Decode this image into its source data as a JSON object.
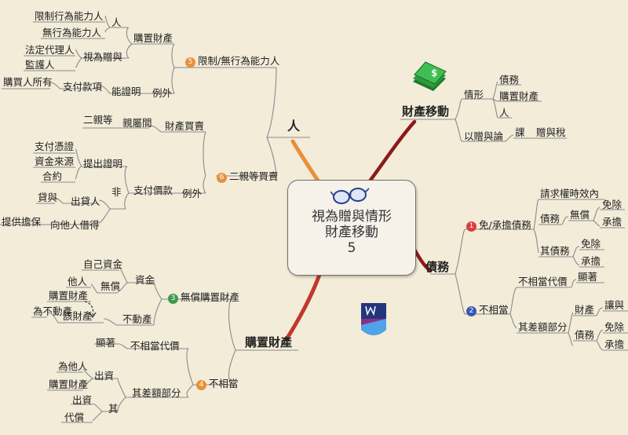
{
  "central": {
    "line1": "視為贈與情形",
    "line2": "財產移動",
    "line3": "5"
  },
  "top_right": {
    "label": "財產移動",
    "qingxing": "情形",
    "debt": "債務",
    "prop": "購置財產",
    "person": "人",
    "zengyu": "以贈與論",
    "ke": "課",
    "tax": "贈與稅"
  },
  "debt_branch": {
    "label": "債務",
    "b1": {
      "num": "1",
      "label": "免/承擔債務"
    },
    "claim": "請求權時效內",
    "debt1": "債務",
    "wuchang": "無償",
    "mian1": "免除",
    "cheng1": "承擔",
    "other": "其債務",
    "mian2": "免除",
    "cheng2": "承擔",
    "b2": {
      "num": "2",
      "label": "不相當"
    },
    "bxd": "不相當代價",
    "xianzhu": "顯著",
    "diff": "其差額部分",
    "prop": "財產",
    "rang": "讓與",
    "debt2": "債務",
    "mian3": "免除",
    "cheng3": "承擔"
  },
  "person_branch": {
    "label": "人",
    "b5": {
      "num": "5",
      "label": "限制/無行為能力人"
    },
    "limited": "限制行為能力人",
    "none": "無行為能力人",
    "ren": "人",
    "gouzhi": "購置財產",
    "fading": "法定代理人",
    "jianhu": "監護人",
    "shiwei": "視為贈與",
    "buyer": "購買人所有",
    "pay": "支付款項",
    "prove": "能證明",
    "liwai": "例外",
    "b6": {
      "num": "6",
      "label": "二親等買賣"
    },
    "erqin": "二親等",
    "qinshu": "親屬間",
    "maimai": "財產買賣",
    "voucher": "支付憑證",
    "source": "資金來源",
    "contract": "合約",
    "provide": "提出證明",
    "zhifu": "支付價款",
    "liwai2": "例外",
    "fei": "非",
    "daiyu": "貸與",
    "lender": "出貸人",
    "guarantee": "提供擔保",
    "borrow": "向他人借得"
  },
  "purchase_branch": {
    "label": "購置財產",
    "b3": {
      "num": "3",
      "label": "無償購置財產"
    },
    "own": "自己資金",
    "other": "他人",
    "wuchang": "無償",
    "zijin": "資金",
    "gouzhi": "購置財產",
    "bdc": "為不動產",
    "gai": "該財產",
    "budong": "不動產",
    "b4": {
      "num": "4",
      "label": "不相當"
    },
    "xianzhu": "顯著",
    "bxd": "不相當代價",
    "forother": "為他人",
    "gouzhi2": "購置財產",
    "chuzi": "出資",
    "diff": "其差額部分",
    "chuzi2": "出資",
    "daichang": "代償",
    "qi": "其"
  },
  "colors": {
    "edge_orange": "#e8903a",
    "edge_red": "#c0392b",
    "edge_darkred": "#8b1a1a",
    "money_green": "#2e9c3e"
  },
  "icons": [
    "glasses-icon",
    "money-icon",
    "logo-icon"
  ]
}
